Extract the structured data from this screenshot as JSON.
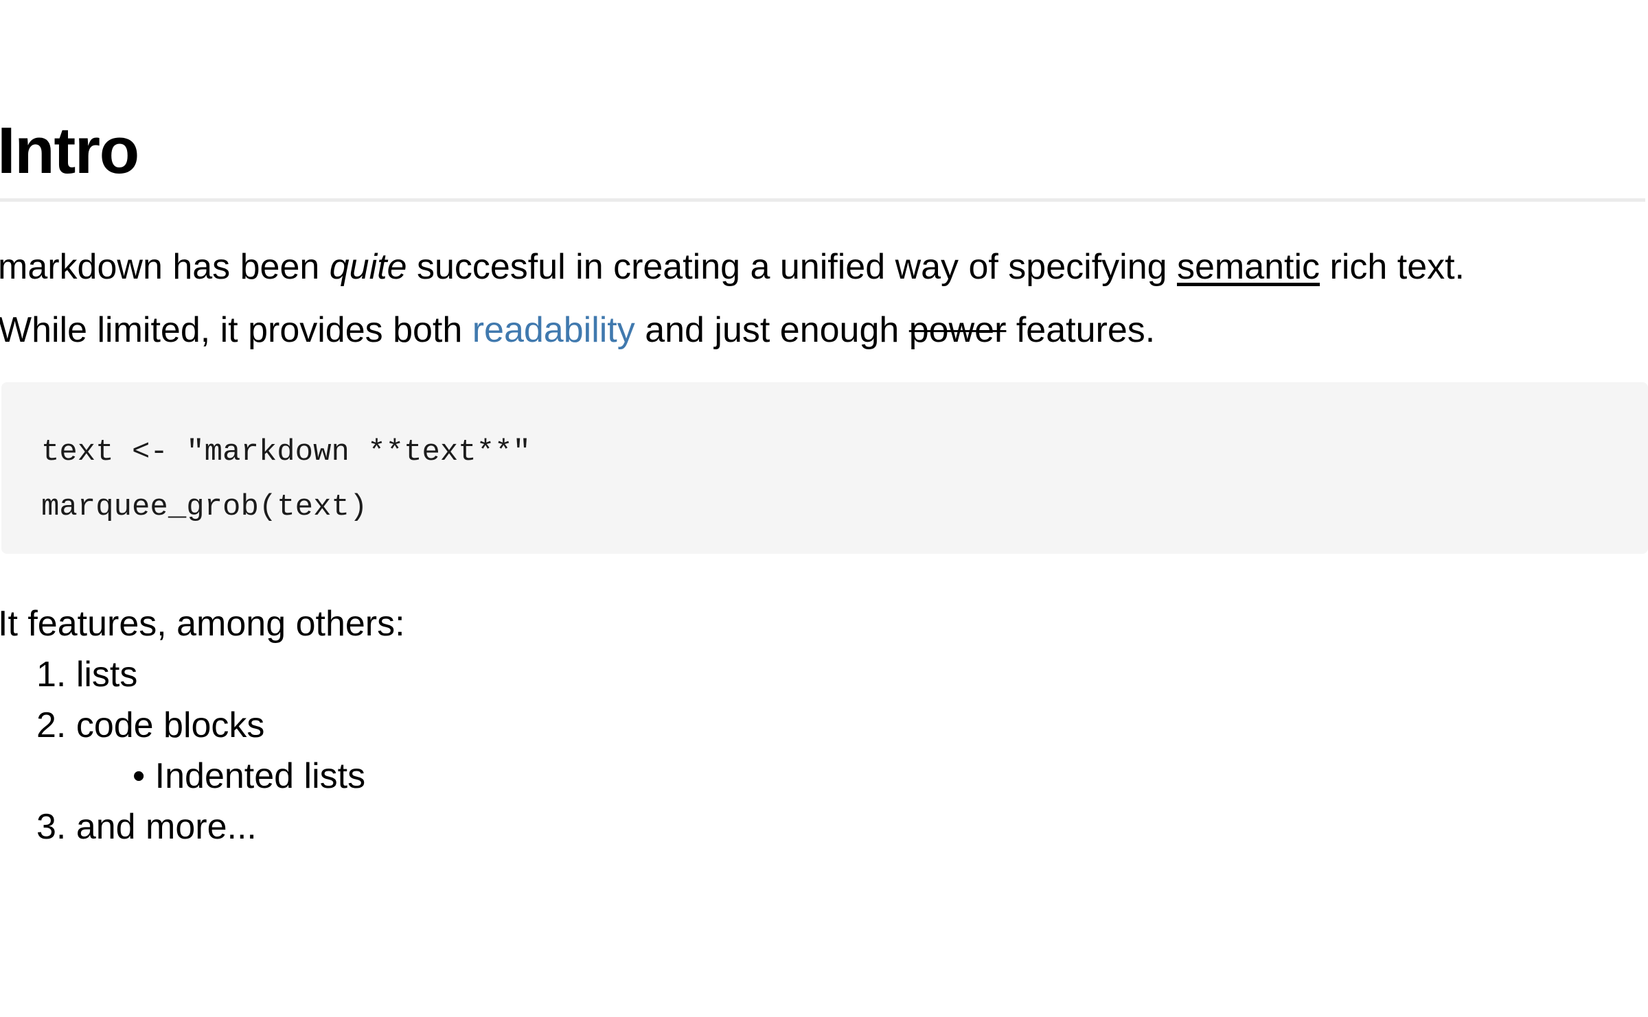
{
  "document": {
    "heading": "Intro",
    "paragraph": {
      "line1": [
        {
          "text": "markdown has been ",
          "style": "plain"
        },
        {
          "text": "quite",
          "style": "italic"
        },
        {
          "text": " succesful in creating a unified way of specifying ",
          "style": "plain"
        },
        {
          "text": "semantic",
          "style": "underline"
        },
        {
          "text": " rich text.",
          "style": "plain"
        }
      ],
      "line2": [
        {
          "text": "While limited, it provides both ",
          "style": "plain"
        },
        {
          "text": "readability",
          "style": "link"
        },
        {
          "text": " and just enough ",
          "style": "plain"
        },
        {
          "text": "power",
          "style": "strikethrough"
        },
        {
          "text": " features.",
          "style": "plain"
        }
      ]
    },
    "code_block": {
      "language": "r",
      "lines": [
        "text <- \"markdown **text**\"",
        "marquee_grob(text)"
      ]
    },
    "list_intro": "It features, among others:",
    "list_items": [
      {
        "marker": "1.",
        "label": "lists",
        "level": 1
      },
      {
        "marker": "2.",
        "label": "code blocks",
        "level": 1
      },
      {
        "marker": "•",
        "label": "Indented lists",
        "level": 2
      },
      {
        "marker": "3.",
        "label": "and more...",
        "level": 1
      }
    ]
  },
  "colors": {
    "background": "#ffffff",
    "text": "#000000",
    "link": "#4079ae",
    "rule": "#ebebeb",
    "code_background": "#f5f5f5",
    "code_text": "#1c1c1c"
  }
}
